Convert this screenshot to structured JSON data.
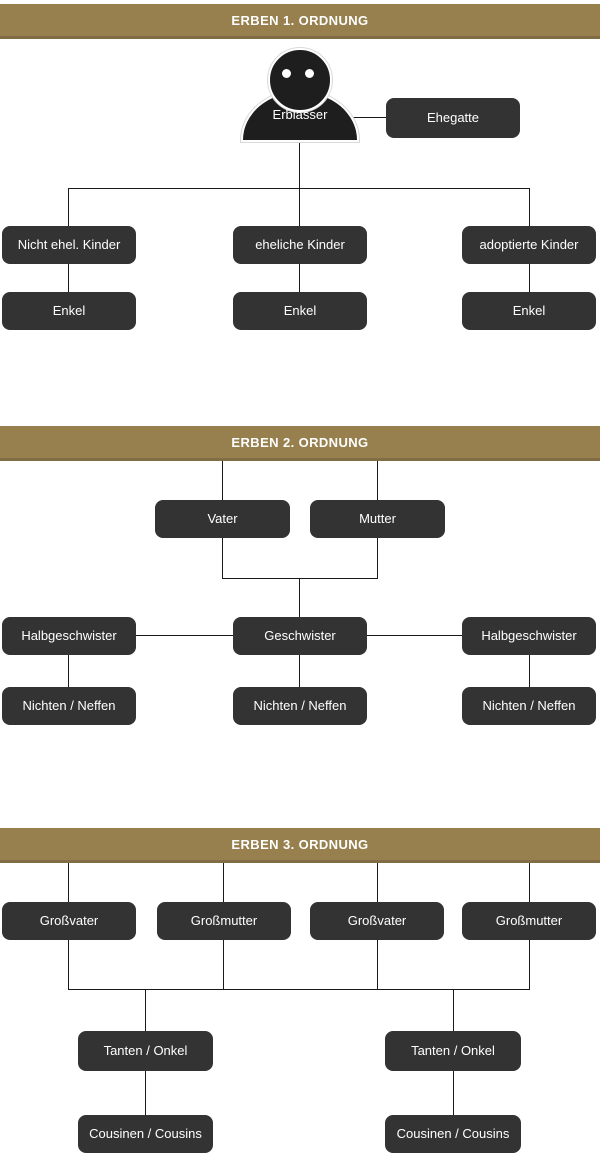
{
  "colors": {
    "header_bg": "#97804e",
    "header_border": "#816d43",
    "header_text": "#ffffff",
    "box_bg": "#333333",
    "box_text": "#ffffff",
    "line": "#1a1a1a",
    "person": "#1e1e1e"
  },
  "sections": [
    {
      "title": "ERBEN 1. ORDNUNG",
      "deceased": "Erblasser",
      "spouse": "Ehegatte",
      "children": [
        "Nicht ehel. Kinder",
        "eheliche Kinder",
        "adoptierte Kinder"
      ],
      "grandchildren": [
        "Enkel",
        "Enkel",
        "Enkel"
      ]
    },
    {
      "title": "ERBEN 2. ORDNUNG",
      "parents": [
        "Vater",
        "Mutter"
      ],
      "siblings_row": [
        "Halbgeschwister",
        "Geschwister",
        "Halbgeschwister"
      ],
      "nieces_nephews": [
        "Nichten / Neffen",
        "Nichten / Neffen",
        "Nichten / Neffen"
      ]
    },
    {
      "title": "ERBEN 3. ORDNUNG",
      "grandparents": [
        "Großvater",
        "Großmutter",
        "Großvater",
        "Großmutter"
      ],
      "aunts_uncles": [
        "Tanten / Onkel",
        "Tanten / Onkel"
      ],
      "cousins": [
        "Cousinen / Cousins",
        "Cousinen / Cousins"
      ]
    }
  ]
}
